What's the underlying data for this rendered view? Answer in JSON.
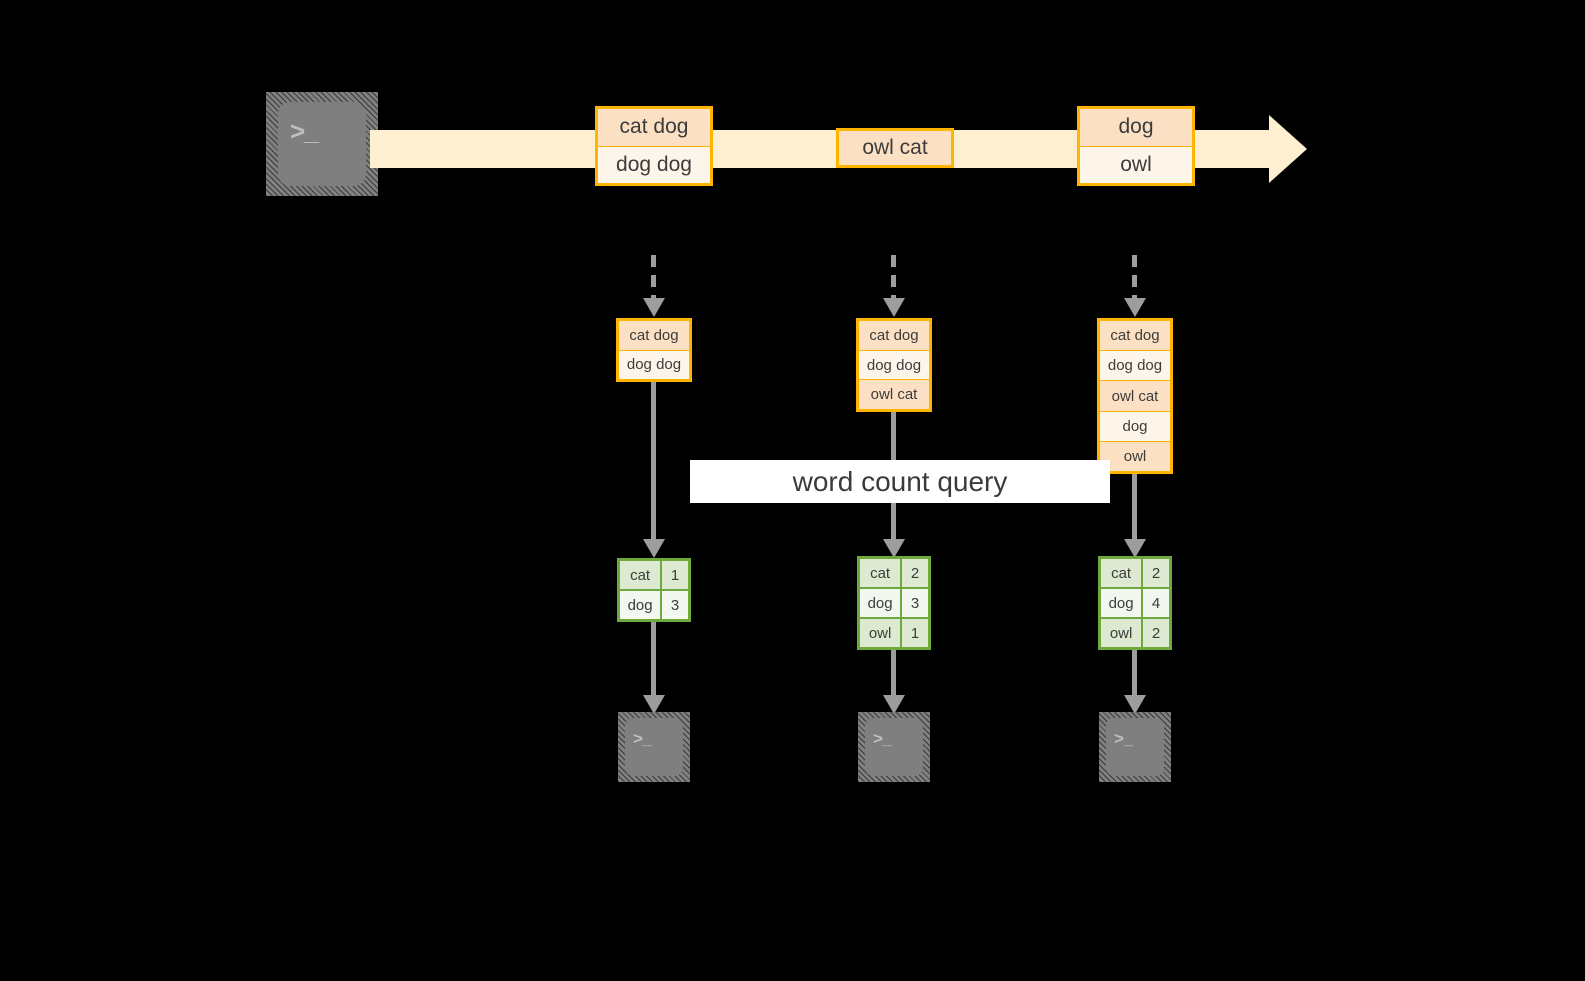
{
  "diagram": {
    "title": "word count query",
    "colors": {
      "background": "#000000",
      "stream_fill": "#FDEFD0",
      "record_border": "#FFB500",
      "record_fill_a": "#FBE0C3",
      "record_fill_b": "#FEF5EA",
      "result_border": "#6FA83C",
      "result_fill_a": "#DDE9D1",
      "result_fill_b": "#F2F7EF",
      "arrow": "#9d9d9d",
      "terminal_fill": "#7f7f7f",
      "label_fill": "#FFFFFF",
      "text": "#3c3c3c"
    },
    "source_terminal": {
      "glyph": ">_",
      "name": "terminal"
    },
    "stream": {
      "records": [
        {
          "lines": [
            "cat dog",
            "dog dog"
          ]
        },
        {
          "lines": [
            "owl cat"
          ]
        },
        {
          "lines": [
            "dog",
            "owl"
          ]
        }
      ]
    },
    "query_label": "word count query",
    "snapshots": [
      {
        "input_lines": [
          "cat dog",
          "dog dog"
        ],
        "result_header": null,
        "result_rows": [
          {
            "word": "cat",
            "count": "1"
          },
          {
            "word": "dog",
            "count": "3"
          }
        ],
        "sink_glyph": ">_"
      },
      {
        "input_lines": [
          "cat dog",
          "dog dog",
          "owl cat"
        ],
        "result_header": null,
        "result_rows": [
          {
            "word": "cat",
            "count": "2"
          },
          {
            "word": "dog",
            "count": "3"
          },
          {
            "word": "owl",
            "count": "1"
          }
        ],
        "sink_glyph": ">_"
      },
      {
        "input_lines": [
          "cat dog",
          "dog dog",
          "owl cat",
          "dog",
          "owl"
        ],
        "result_header": null,
        "result_rows": [
          {
            "word": "cat",
            "count": "2"
          },
          {
            "word": "dog",
            "count": "4"
          },
          {
            "word": "owl",
            "count": "2"
          }
        ],
        "sink_glyph": ">_"
      }
    ]
  }
}
